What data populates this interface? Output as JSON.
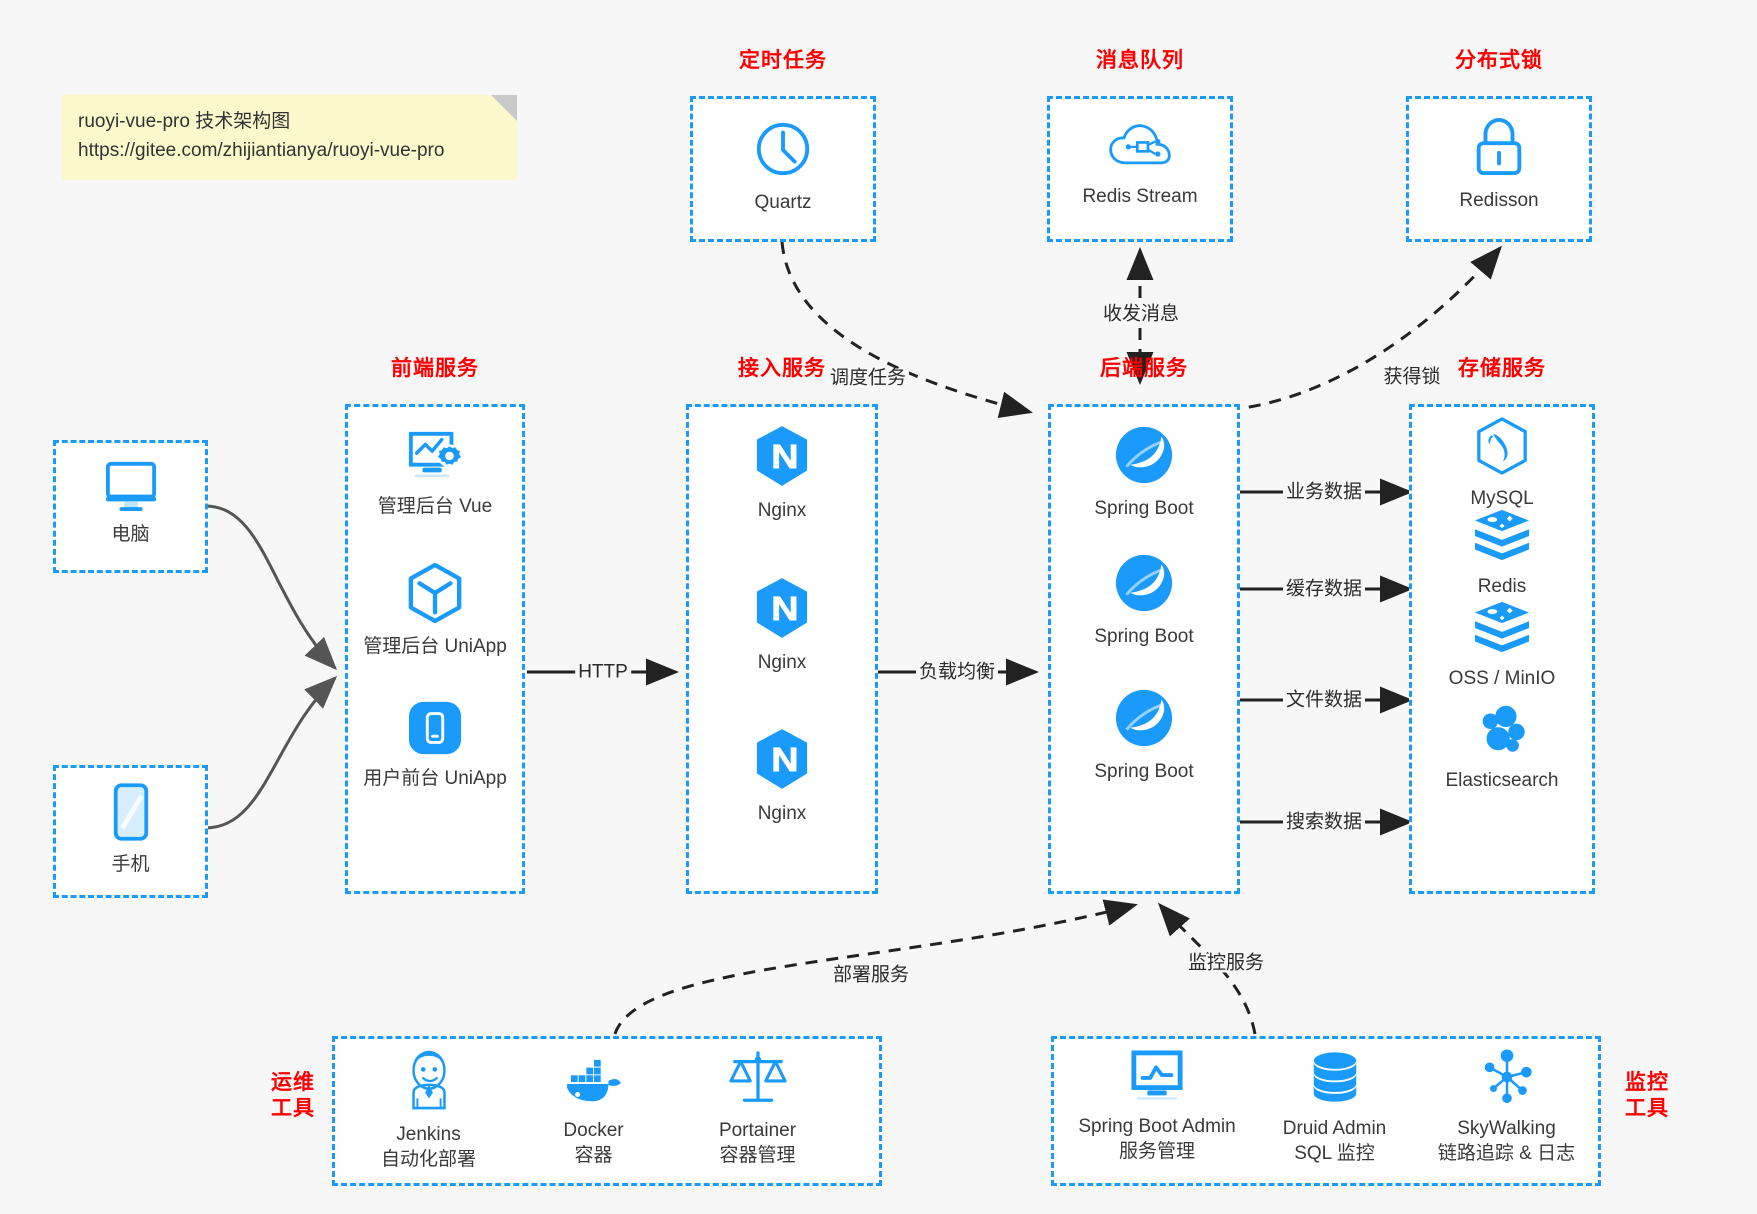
{
  "note": {
    "line1": "ruoyi-vue-pro 技术架构图",
    "line2": "https://gitee.com/zhijiantianya/ruoyi-vue-pro"
  },
  "groups": {
    "scheduler": {
      "title": "定时任务"
    },
    "mq": {
      "title": "消息队列"
    },
    "lock": {
      "title": "分布式锁"
    },
    "frontend": {
      "title": "前端服务"
    },
    "gateway": {
      "title": "接入服务"
    },
    "backend": {
      "title": "后端服务"
    },
    "storage": {
      "title": "存储服务"
    },
    "devops": {
      "title_l1": "运维",
      "title_l2": "工具"
    },
    "monitor": {
      "title_l1": "监控",
      "title_l2": "工具"
    }
  },
  "clients": [
    {
      "label": "电脑",
      "icon": "desktop-icon"
    },
    {
      "label": "手机",
      "icon": "mobile-icon"
    }
  ],
  "scheduler_nodes": [
    {
      "label": "Quartz",
      "icon": "clock-icon"
    }
  ],
  "mq_nodes": [
    {
      "label": "Redis Stream",
      "icon": "cloud-stream-icon"
    }
  ],
  "lock_nodes": [
    {
      "label": "Redisson",
      "icon": "lock-icon"
    }
  ],
  "frontend_nodes": [
    {
      "label": "管理后台 Vue",
      "icon": "dashboard-gear-icon"
    },
    {
      "label": "管理后台 UniApp",
      "icon": "cube-icon"
    },
    {
      "label": "用户前台 UniApp",
      "icon": "phone-app-icon"
    }
  ],
  "gateway_nodes": [
    {
      "label": "Nginx",
      "icon": "nginx-icon"
    },
    {
      "label": "Nginx",
      "icon": "nginx-icon"
    },
    {
      "label": "Nginx",
      "icon": "nginx-icon"
    }
  ],
  "backend_nodes": [
    {
      "label": "Spring Boot",
      "icon": "spring-boot-icon"
    },
    {
      "label": "Spring Boot",
      "icon": "spring-boot-icon"
    },
    {
      "label": "Spring Boot",
      "icon": "spring-boot-icon"
    }
  ],
  "storage_nodes": [
    {
      "label": "MySQL",
      "icon": "mysql-icon"
    },
    {
      "label": "Redis",
      "icon": "redis-icon"
    },
    {
      "label": "OSS / MinIO",
      "icon": "redis-icon"
    },
    {
      "label": "Elasticsearch",
      "icon": "elasticsearch-icon"
    }
  ],
  "devops_nodes": [
    {
      "label": "Jenkins",
      "sub": "自动化部署",
      "icon": "jenkins-butler-icon"
    },
    {
      "label": "Docker",
      "sub": "容器",
      "icon": "docker-whale-icon"
    },
    {
      "label": "Portainer",
      "sub": "容器管理",
      "icon": "scales-icon"
    }
  ],
  "monitor_nodes": [
    {
      "label": "Spring Boot Admin",
      "sub": "服务管理",
      "icon": "monitor-chart-icon"
    },
    {
      "label": "Druid Admin",
      "sub": "SQL 监控",
      "icon": "database-icon"
    },
    {
      "label": "SkyWalking",
      "sub": "链路追踪 & 日志",
      "icon": "skywalking-nodes-icon"
    }
  ],
  "edge_labels": {
    "http": "HTTP",
    "load_balance": "负载均衡",
    "schedule_task": "调度任务",
    "send_receive_msg": "收发消息",
    "acquire_lock": "获得锁",
    "business_data": "业务数据",
    "cache_data": "缓存数据",
    "file_data": "文件数据",
    "search_data": "搜索数据",
    "deploy_service": "部署服务",
    "monitor_service": "监控服务"
  },
  "colors": {
    "accent_blue": "#1a9bfc",
    "title_red": "#ff0000",
    "note_yellow": "#fbf8cc",
    "edge_gray": "#555555",
    "text": "#3a3a3a",
    "background": "#f7f7f7"
  }
}
